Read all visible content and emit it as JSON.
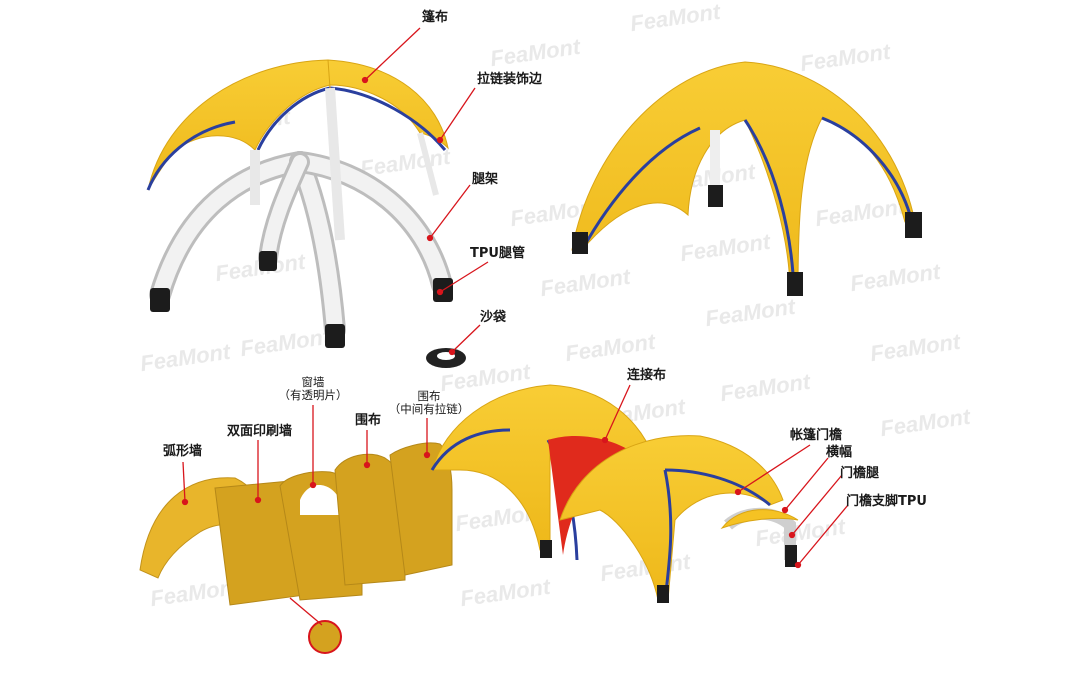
{
  "watermark": "FeaMont",
  "labels": {
    "canopy": "篷布",
    "zipper_trim": "拉链装饰边",
    "leg_frame": "腿架",
    "tpu_leg_tube": "TPU腿管",
    "sandbag": "沙袋",
    "connector_fabric": "连接布",
    "arc_wall": "弧形墙",
    "double_print_wall": "双面印刷墙",
    "window_wall_line1": "窗墙",
    "window_wall_line2": "（有透明片）",
    "side_wall": "围布",
    "zip_wall_line1": "围布",
    "zip_wall_line2": "（中间有拉链）",
    "door_canopy": "帐篷门檐",
    "banner": "横幅",
    "door_leg": "门檐腿",
    "door_leg_tpu": "门檐支脚TPU"
  },
  "colors": {
    "yellow": "#f5c223",
    "yellow_dark": "#d9a514",
    "blue_trim": "#2a3f9e",
    "tube_white": "#eeeeee",
    "tube_black": "#1c1c1c",
    "wall": "#d4a21f",
    "connector_red": "#e02a1c",
    "pointer_red": "#d8151c"
  }
}
